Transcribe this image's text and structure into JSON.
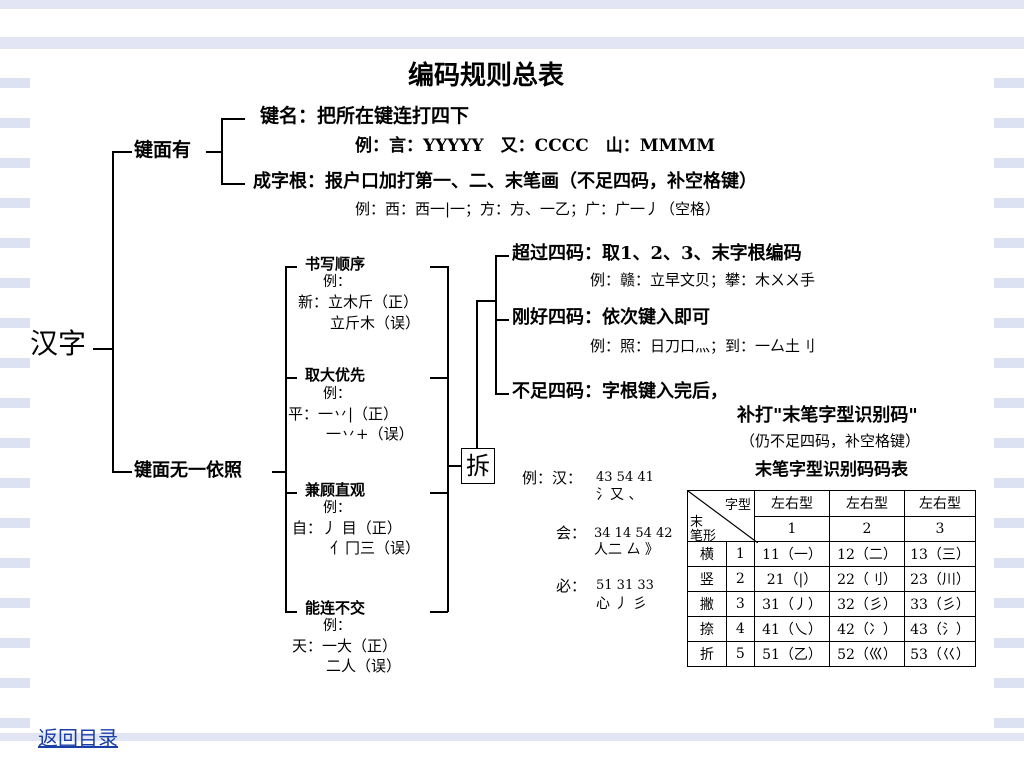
{
  "title": "编码规则总表",
  "root": "汉字",
  "branch_has": "键面有",
  "branch_none": "键面无一依照",
  "key_name": {
    "label": "键名：把所在键连打四下",
    "example": "例：言：YYYYY　又：CCCC　山：MMMM"
  },
  "radical": {
    "label": "成字根：报户口加打第一、二、末笔画（不足四码，补空格键）",
    "example": "例：西：西一|一；方：方、一乙；广：广一丿（空格）"
  },
  "principles": [
    {
      "title": "书写顺序",
      "lines": [
        "例：",
        "新：立木斤（正）",
        "立斤木（误）"
      ]
    },
    {
      "title": "取大优先",
      "lines": [
        "例：",
        "平：一丷|（正）",
        "一丷+（误）"
      ]
    },
    {
      "title": "兼顾直观",
      "lines": [
        "例：",
        "自：丿 目（正）",
        "亻冂三（误）"
      ]
    },
    {
      "title": "能连不交",
      "lines": [
        "例：",
        "天：一大（正）",
        "二人（误）"
      ]
    }
  ],
  "split_label": "拆",
  "rules": {
    "over_four": {
      "label": "超过四码：取1、2、3、末字根编码",
      "example": "例：赣：立早文贝；攀：木ㄨㄨ手"
    },
    "exactly_four": {
      "label": "刚好四码：依次键入即可",
      "example": "例：照：日刀口灬；到：一厶土刂"
    },
    "under_four": {
      "label": "不足四码：字根键入完后，",
      "line2": "补打\"末笔字型识别码\"",
      "line3": "（仍不足四码，补空格键）"
    }
  },
  "split_examples": [
    {
      "char": "例：汉：",
      "codes": "43 54 41",
      "parts": "氵又 、"
    },
    {
      "char": "会：",
      "codes": "34 14 54 42",
      "parts": "人二 厶 》"
    },
    {
      "char": "必：",
      "codes": "51 31 33",
      "parts": "心 丿 彡"
    }
  ],
  "code_table": {
    "title": "末笔字型识别码码表",
    "corner_top": "字型",
    "corner_left_1": "末",
    "corner_left_2": "笔形",
    "headers": [
      "左右型",
      "左右型",
      "左右型"
    ],
    "header_nums": [
      "1",
      "2",
      "3"
    ],
    "rows": [
      {
        "stroke": "横",
        "num": "1",
        "cells": [
          "11（一）",
          "12（二）",
          "13（三）"
        ]
      },
      {
        "stroke": "竖",
        "num": "2",
        "cells": [
          "21（|）",
          "22（刂）",
          "23（川）"
        ]
      },
      {
        "stroke": "撇",
        "num": "3",
        "cells": [
          "31（丿）",
          "32（彡）",
          "33（彡）"
        ]
      },
      {
        "stroke": "捺",
        "num": "4",
        "cells": [
          "41（乀）",
          "42（冫）",
          "43（氵）"
        ]
      },
      {
        "stroke": "折",
        "num": "5",
        "cells": [
          "51（乙）",
          "52（巛）",
          "53（巜）"
        ]
      }
    ]
  },
  "back_link": "返回目录"
}
